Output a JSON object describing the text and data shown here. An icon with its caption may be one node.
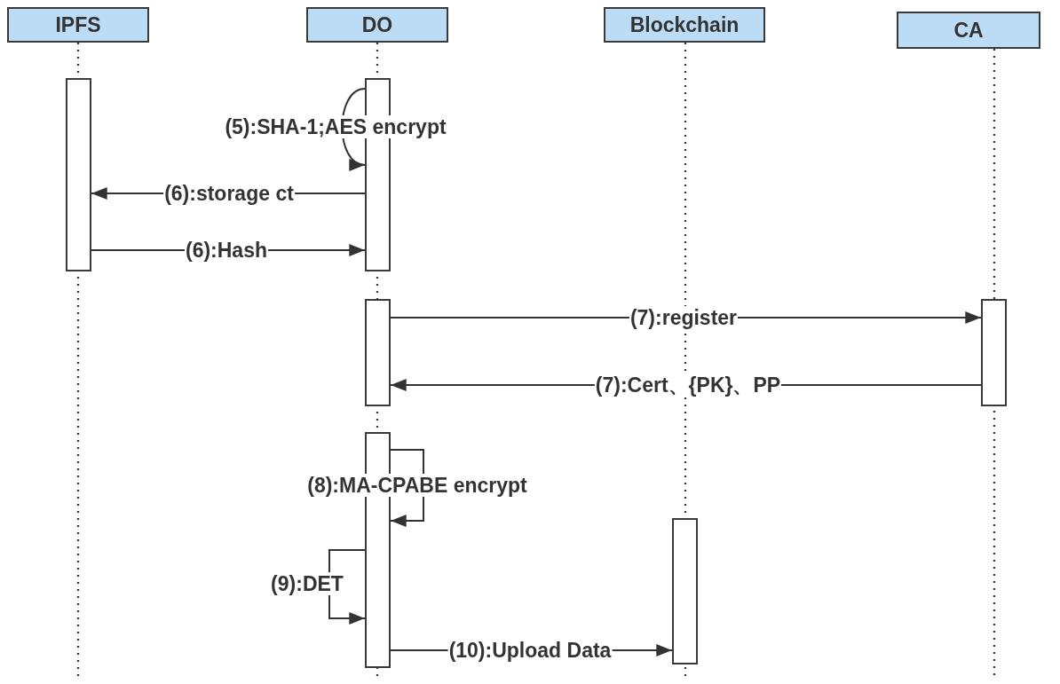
{
  "diagram": {
    "nodes": [
      {
        "text": [
          "IPFS"
        ]
      },
      {
        "text": [
          "DO"
        ]
      },
      {
        "text": [
          "Blockchain"
        ]
      },
      {
        "text": [
          "CA"
        ]
      },
      {
        "text": [],
        "shape": "bar"
      },
      {
        "text": [],
        "shape": "bar"
      },
      {
        "text": [],
        "shape": "bar"
      },
      {
        "text": [],
        "shape": "bar"
      },
      {
        "text": [],
        "shape": "bar"
      },
      {
        "text": [],
        "shape": "bar"
      }
    ],
    "edges": [
      {
        "from": 5,
        "to": 5,
        "arrow": "to",
        "label": "(5):SHA-1;AES encrypt"
      },
      {
        "from": 5,
        "to": 4,
        "arrow": "to",
        "label": "(6):storage ct"
      },
      {
        "from": 4,
        "to": 5,
        "arrow": "to",
        "label": "(6):Hash"
      },
      {
        "from": 6,
        "to": 7,
        "arrow": "to",
        "label": "(7):register"
      },
      {
        "from": 7,
        "to": 6,
        "arrow": "to",
        "label": "(7):Cert、{PK}、PP"
      },
      {
        "from": 8,
        "to": 8,
        "arrow": "to",
        "label": "(8):MA-CPABE encrypt"
      },
      {
        "from": 8,
        "to": 8,
        "arrow": "to",
        "label": "(9):DET"
      },
      {
        "from": 8,
        "to": 9,
        "arrow": "to",
        "label": "(10):Upload Data"
      }
    ]
  }
}
